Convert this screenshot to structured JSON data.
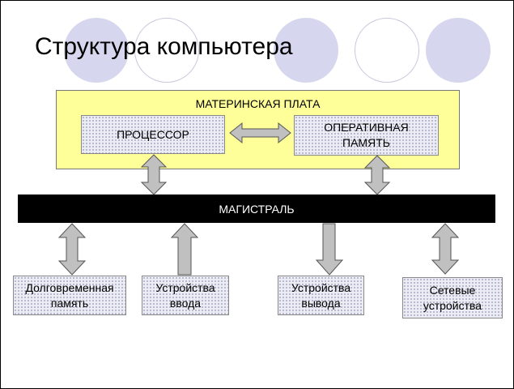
{
  "title": "Структура компьютера",
  "diagram": {
    "motherboard": {
      "label": "МАТЕРИНСКАЯ ПЛАТА"
    },
    "cpu": {
      "label": "ПРОЦЕССОР"
    },
    "ram": {
      "label": "ОПЕРАТИВНАЯ\nПАМЯТЬ"
    },
    "bus": {
      "label": "МАГИСТРАЛЬ"
    },
    "devices": {
      "storage": "Долговременная\nпамять",
      "input": "Устройства\nввода",
      "output": "Устройства\nвывода",
      "network": "Сетевые\nустройства"
    }
  },
  "colors": {
    "motherboard_fill": "#ffff99",
    "bus_fill": "#000000",
    "arrow_fill": "#c0c0c0",
    "decor_circle": "#d6d6ee"
  }
}
